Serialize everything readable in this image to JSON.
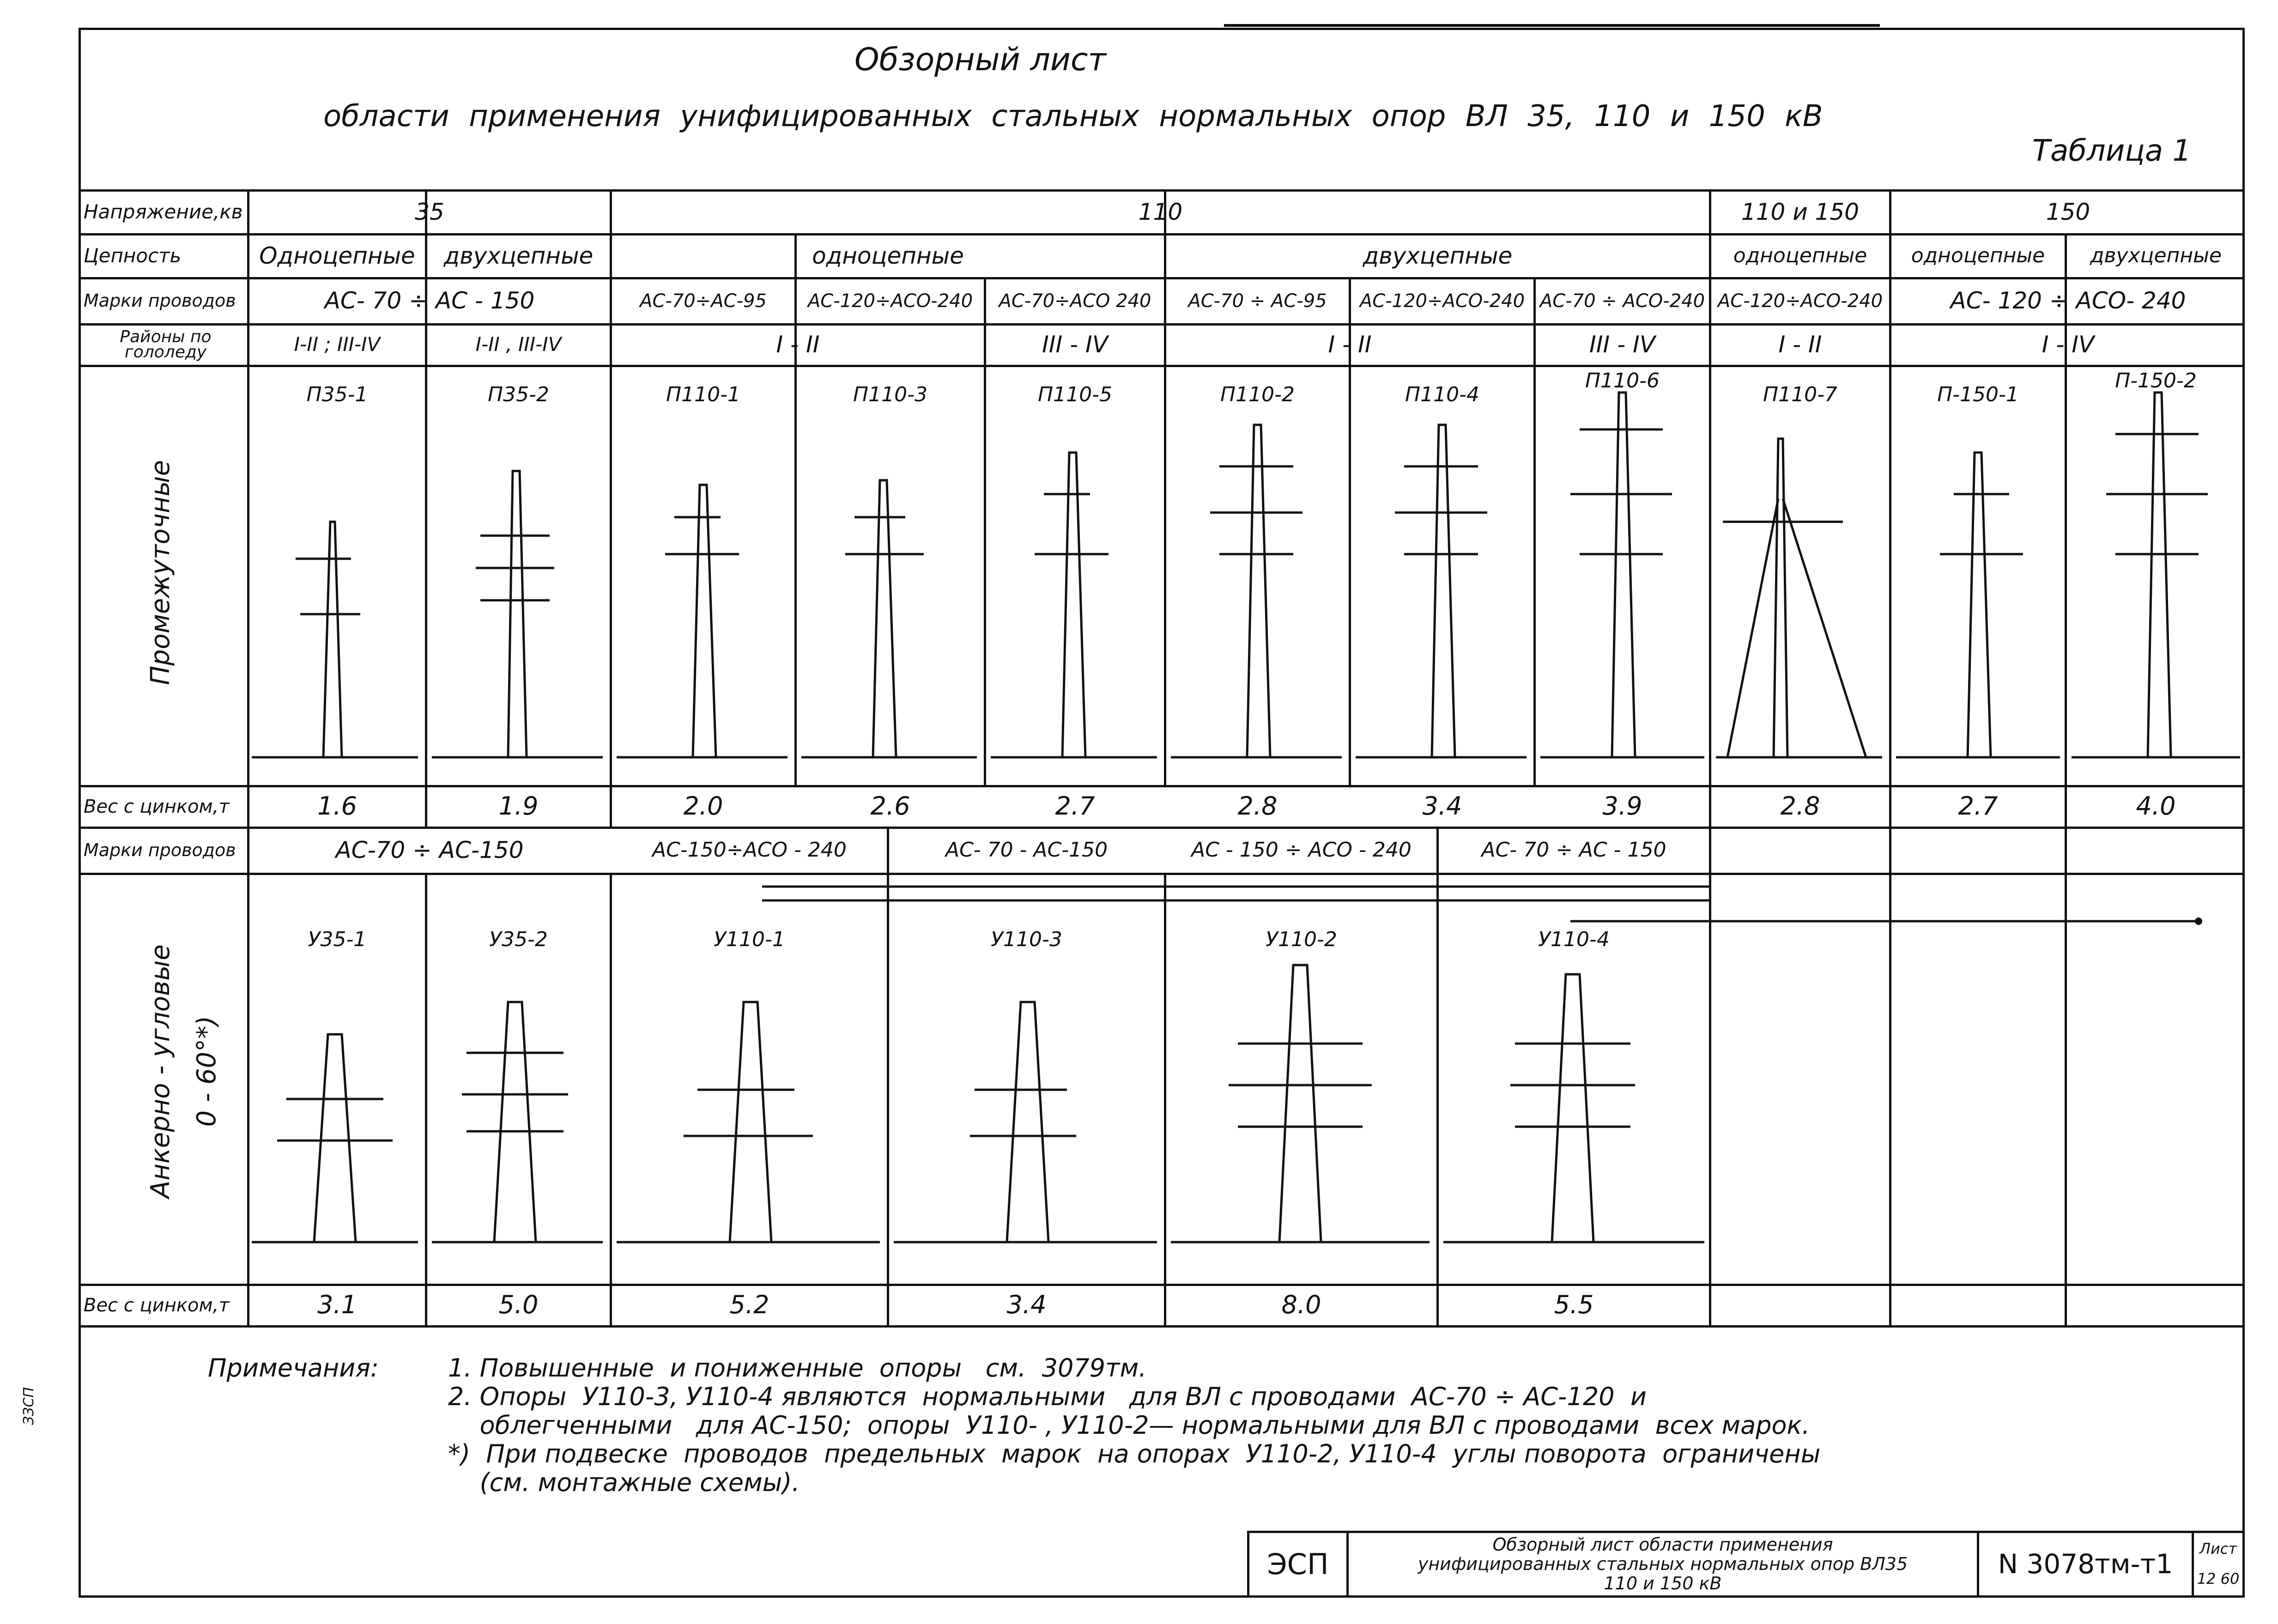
{
  "header": {
    "title_line1": "Обзорный  лист",
    "title_line2": "области  применения  унифицированных  стальных  нормальных  опор  ВЛ 35, 110 и 150 кВ",
    "table_label": "Таблица 1"
  },
  "row_labels": {
    "voltage": "Напряжение,кв",
    "circuits": "Цепность",
    "wire_brands": "Марки проводов",
    "ice_regions": "Районы по гололеду",
    "intermediate": "Промежуточные",
    "weight1": "Вес с цинком,т",
    "wire_brands2": "Марки проводов",
    "anchor_line1": "Анкерно - угловые",
    "anchor_line2": "0 - 60°*)",
    "weight2": "Вес с цинком,т"
  },
  "voltage": {
    "v35": "35",
    "v110": "110",
    "v110_150": "110 и 150",
    "v150": "150"
  },
  "circuits": {
    "c35_single": "Одноцепные",
    "c35_double": "двухцепные",
    "c110_single": "одноцепные",
    "c110_double": "двухцепные",
    "c110_150_single": "одноцепные",
    "c150_single": "одноцепные",
    "c150_double": "двухцепные"
  },
  "wires": {
    "w35": "АС- 70 ÷ АС - 150",
    "w1": "АС-70÷АС-95",
    "w2": "АС-120÷АСО-240",
    "w3": "АС-70÷АСО 240",
    "w4": "АС-70 ÷ АС-95",
    "w5": "АС-120÷АСО-240",
    "w6": "АС-70 ÷ АСО-240",
    "w7": "АС-120÷АСО-240",
    "w8": "АС- 120 ÷ АСО- 240"
  },
  "ice": {
    "i35a": "I-II ;  III-IV",
    "i35b": "I-II ,  III-IV",
    "i110a": "I - II",
    "i110b": "III - IV",
    "i110c": "I - II",
    "i110d": "III - IV",
    "i110_150": "I - II",
    "i150": "I - IV"
  },
  "intermediate_towers": [
    {
      "code": "П35-1",
      "weight": "1.6"
    },
    {
      "code": "П35-2",
      "weight": "1.9"
    },
    {
      "code": "П110-1",
      "weight": "2.0"
    },
    {
      "code": "П110-3",
      "weight": "2.6"
    },
    {
      "code": "П110-5",
      "weight": "2.7"
    },
    {
      "code": "П110-2",
      "weight": "2.8"
    },
    {
      "code": "П110-4",
      "weight": "3.4"
    },
    {
      "code": "П110-6",
      "weight": "3.9"
    },
    {
      "code": "П110-7",
      "weight": "2.8"
    },
    {
      "code": "П-150-1",
      "weight": "2.7"
    },
    {
      "code": "П-150-2",
      "weight": "4.0"
    }
  ],
  "anchor_wires": {
    "a35": "АС-70  ÷  АС-150",
    "a1": "АС-150÷АСО - 240",
    "a2": "АС- 70  -  АС-150",
    "a3": "АС - 150 ÷ АСО - 240",
    "a4": "АС- 70 ÷ АС - 150"
  },
  "anchor_towers": [
    {
      "code": "У35-1",
      "weight": "3.1"
    },
    {
      "code": "У35-2",
      "weight": "5.0"
    },
    {
      "code": "У110-1",
      "weight": "5.2"
    },
    {
      "code": "У110-3",
      "weight": "3.4"
    },
    {
      "code": "У110-2",
      "weight": "8.0"
    },
    {
      "code": "У110-4",
      "weight": "5.5"
    }
  ],
  "notes": {
    "heading": "Примечания:",
    "n1": "1. Повышенные  и пониженные  опоры   см.  3079тм.",
    "n2a": "2. Опоры  У110-3, У110-4 являются  нормальными   для ВЛ с проводами  АС-70 ÷ АС-120  и",
    "n2b": "    облегченными   для АС-150;  опоры  У110- , У110-2— нормальными для ВЛ с проводами  всех марок.",
    "n3a": "*)  При подвеске  проводов  предельных  марок  на опорах  У110-2, У110-4  углы поворота  ограничены",
    "n3b": "    (см. монтажные схемы)."
  },
  "stamp": {
    "org": "ЭСП",
    "desc_line1": "Обзорный  лист  области  применения",
    "desc_line2": "унифицированных стальных нормальных опор ВЛ35",
    "desc_line3": "110 и 150 кВ",
    "number": "N 3078тм-т1",
    "sheet_label": "Лист",
    "sheet_value": "12 60"
  },
  "side_mark": "ЗЗСП"
}
